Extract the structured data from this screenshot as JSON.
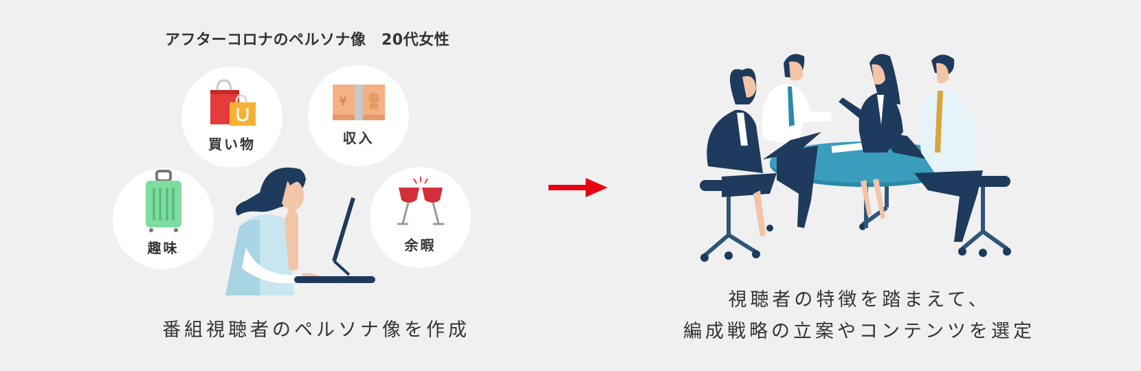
{
  "persona": {
    "title": "アフターコロナのペルソナ像　20代女性",
    "items": [
      {
        "label": "買い物",
        "icon": "shopping-bags-icon"
      },
      {
        "label": "収入",
        "icon": "yen-banknotes-icon"
      },
      {
        "label": "趣味",
        "icon": "suitcase-icon"
      },
      {
        "label": "余暇",
        "icon": "wine-glasses-icon"
      }
    ],
    "illustration": "woman-at-computer",
    "caption": "番組視聴者のペルソナ像を作成"
  },
  "arrow": {
    "icon": "arrow-right-icon",
    "color": "#e60012"
  },
  "result": {
    "illustration": "business-meeting",
    "caption_line1": "視聴者の特徴を踏まえて、",
    "caption_line2": "編成戦略の立案やコンテンツを選定"
  },
  "colors": {
    "background": "#f0f0f0",
    "navy": "#1e3a5c",
    "teal": "#2a8aa8",
    "accent_red": "#e60012"
  }
}
